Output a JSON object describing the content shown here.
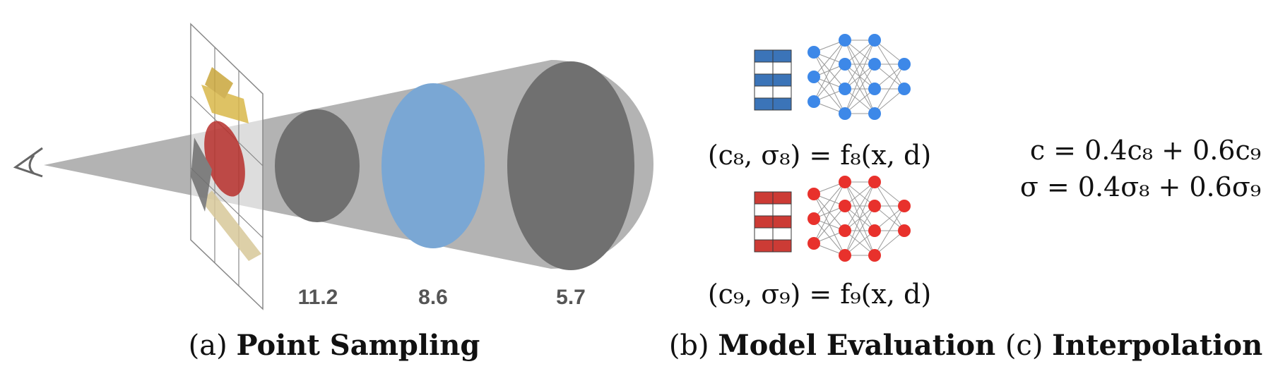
{
  "panels": {
    "a": {
      "prefix": "(a)",
      "title": "Point Sampling",
      "depth_labels": [
        "11.2",
        "8.6",
        "5.7"
      ]
    },
    "b": {
      "prefix": "(b)",
      "title": "Model Evaluation",
      "eq_top": "(c₈, σ₈) = f₈(x, d)",
      "eq_bottom": "(c₉, σ₉) = f₉(x, d)"
    },
    "c": {
      "prefix": "(c)",
      "title": "Interpolation",
      "eq_color": "c = 0.4c₈ + 0.6c₉",
      "eq_sigma": "σ = 0.4σ₈ + 0.6σ₉"
    }
  },
  "colors": {
    "cone": "#b3b3b3",
    "disk_dark": "#707070",
    "disk_highlight": "#7aa7d4",
    "grid_blue": "#3b74b8",
    "grid_red": "#cc3b35",
    "node_blue": "#3d88e8",
    "node_red": "#e8312c"
  },
  "icons": {
    "eye": "eye-icon",
    "image_plane": "image-plane-icon",
    "network_blue": "neural-network-icon",
    "network_red": "neural-network-icon"
  }
}
